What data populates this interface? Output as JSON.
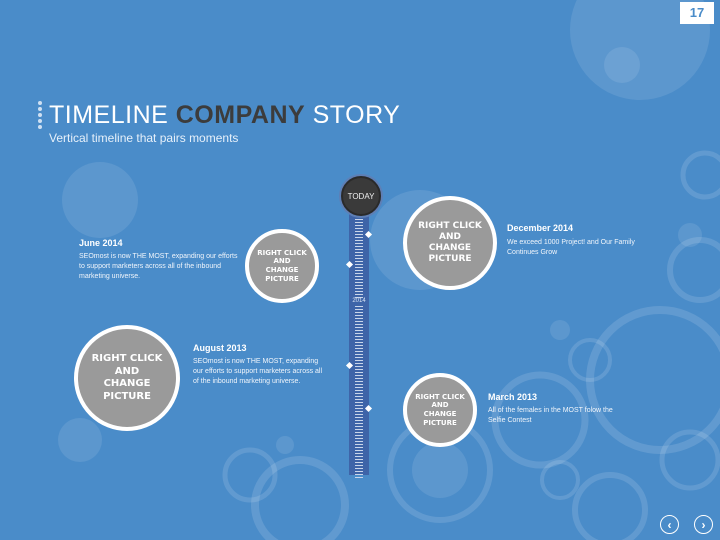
{
  "page_number": "17",
  "title": {
    "part1": "TIMELINE ",
    "part2": "COMPANY",
    "part3": " STORY"
  },
  "subtitle": "Vertical timeline that pairs moments",
  "timeline": {
    "today_label": "TODAY",
    "year_label": "2014"
  },
  "placeholder_text": "RIGHT CLICK\nAND\nCHANGE PICTURE",
  "events": [
    {
      "date": "June 2014",
      "text": "SEOmost is now THE MOST, expanding our efforts to support marketers across all of the inbound marketing universe."
    },
    {
      "date": "December 2014",
      "text": "We exceed 1000 Project! and Our Family Continues Grow"
    },
    {
      "date": "August 2013",
      "text": "SEOmost is now THE MOST, expanding our efforts to support marketers across all of the inbound marketing universe."
    },
    {
      "date": "March 2013",
      "text": "All of the females in the MOST folow the Selfie Contest"
    }
  ],
  "nav": {
    "prev_icon": "chevron-left-icon",
    "next_icon": "chevron-right-icon"
  },
  "colors": {
    "background": "#4a8cc9",
    "track": "#3e64a8",
    "placeholder": "#9a9a9a"
  }
}
